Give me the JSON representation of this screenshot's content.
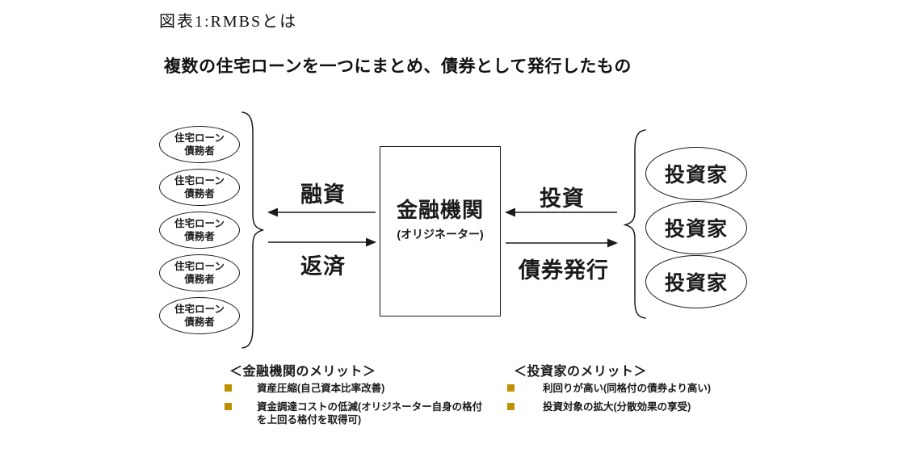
{
  "figure": {
    "title": "図表1:RMBSとは",
    "subtitle": "複数の住宅ローンを一つにまとめ、債券として発行したもの"
  },
  "diagram": {
    "borrower_label_line1": "住宅ローン",
    "borrower_label_line2": "債務者",
    "borrower_count": 5,
    "originator_name": "金融機関",
    "originator_subname": "(オリジネーター)",
    "investor_label": "投資家",
    "investor_count": 3,
    "flow_loan": "融資",
    "flow_repayment": "返済",
    "flow_investment": "投資",
    "flow_bond_issuance": "債券発行"
  },
  "merits": {
    "financial_institution": {
      "heading": "＜金融機関のメリット＞",
      "items": [
        "資産圧縮(自己資本比率改善)",
        "資金調達コストの低減(オリジネーター自身の格付を上回る格付を取得可)"
      ]
    },
    "investor": {
      "heading": "＜投資家のメリット＞",
      "items": [
        "利回りが高い(同格付の債券より高い)",
        "投資対象の拡大(分散効果の享受)"
      ]
    }
  },
  "colors": {
    "bullet": "#BF9000",
    "line": "#1a1a1a",
    "background": "#ffffff"
  }
}
